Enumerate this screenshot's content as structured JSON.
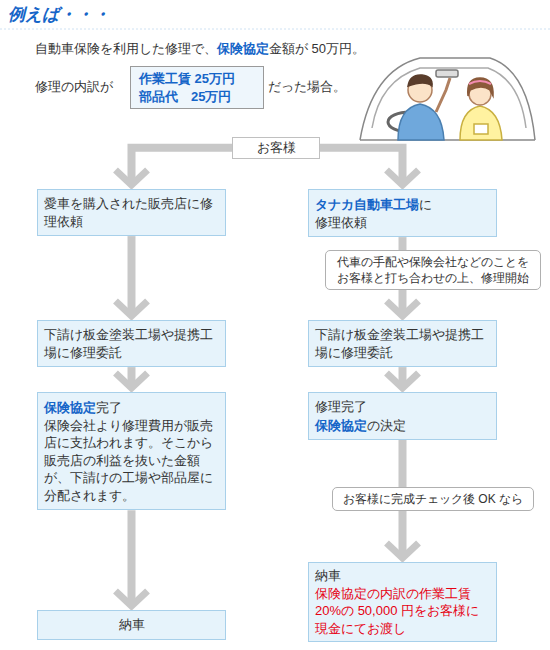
{
  "diagram": {
    "title": "例えば・・・",
    "nodes": [
      {
        "text": [
          "作業工賃 25万円",
          "部品代　25万円"
        ]
      },
      {
        "text": [
          "お客様"
        ]
      },
      {
        "text": [
          "愛車を購入された販売店に修理依頼"
        ]
      },
      {
        "text": [
          "タナカ自動車工場",
          "に",
          "修理依頼"
        ]
      },
      {
        "text": [
          "下請け板金塗装工場や提携工場に修理委託"
        ]
      },
      {
        "text": [
          "下請け板金塗装工場や提携工場に修理委託"
        ]
      },
      {
        "text": [
          "保険協定",
          "完了",
          "保険会社より修理費用が販売店に支払われます。そこから販売店の利益を抜いた金額が、下請けの工場や部品屋に分配されます。"
        ]
      },
      {
        "text": [
          "修理完了",
          "保険協定",
          "の決定"
        ]
      },
      {
        "text": [
          "納車"
        ]
      },
      {
        "text": [
          "納車",
          "保険協定の内訳の作業工賃20%の 50,000 円をお客様に現金にてお渡し"
        ]
      }
    ],
    "edges": [
      {
        "from": 1,
        "to": 2,
        "arrow": "to"
      },
      {
        "from": 1,
        "to": 3,
        "arrow": "to"
      },
      {
        "from": 2,
        "to": 4,
        "arrow": "to"
      },
      {
        "from": 3,
        "to": 5,
        "label": "代車の手配や保険会社などのことをお客様と打ち合わせの上、修理開始",
        "arrow": "to"
      },
      {
        "from": 4,
        "to": 6,
        "arrow": "to"
      },
      {
        "from": 5,
        "to": 7,
        "arrow": "to"
      },
      {
        "from": 6,
        "to": 8,
        "arrow": "to"
      },
      {
        "from": 7,
        "to": 9,
        "label": "お客様に完成チェック後 OK なら",
        "arrow": "to"
      }
    ],
    "labels": [
      "自動車保険を利用した修理で、",
      "保険協定",
      "金額が 50万円。",
      "修理の内訳が",
      "だった場合。"
    ]
  }
}
